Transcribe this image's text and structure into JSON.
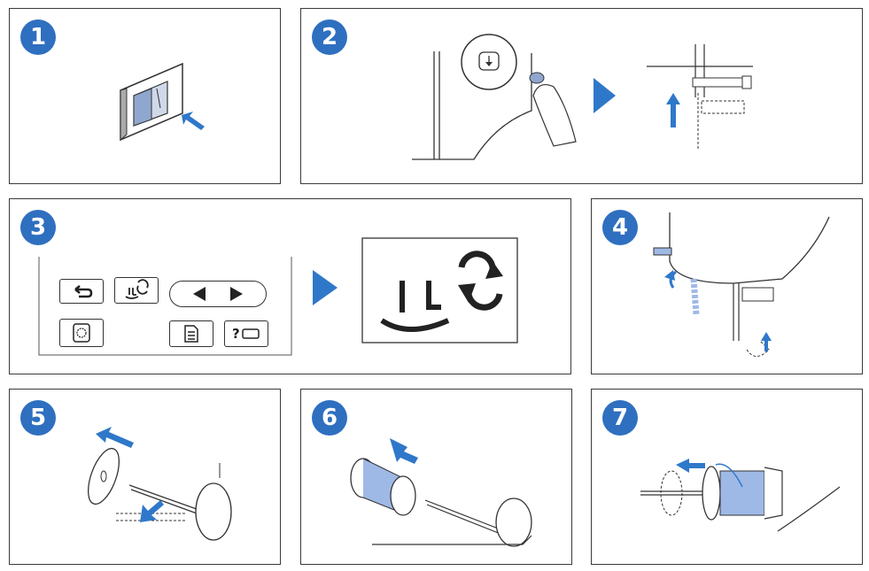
{
  "steps": [
    {
      "number": "1"
    },
    {
      "number": "2"
    },
    {
      "number": "3"
    },
    {
      "number": "4"
    },
    {
      "number": "5"
    },
    {
      "number": "6"
    },
    {
      "number": "7"
    }
  ],
  "colors": {
    "badge": "#2f6fc0",
    "arrow": "#2f78c9",
    "thread": "#9fb9e6",
    "line": "#333333"
  },
  "icons": {
    "power_switch": "power-switch-icon",
    "needle_position_button": "needle-position-icon",
    "presser_foot_lift": "presser-foot-lift-icon",
    "back": "back-arrow-icon",
    "left": "left-triangle-icon",
    "right": "right-triangle-icon",
    "embroidery": "embroidery-icon",
    "list": "list-icon",
    "help": "help-icon"
  }
}
